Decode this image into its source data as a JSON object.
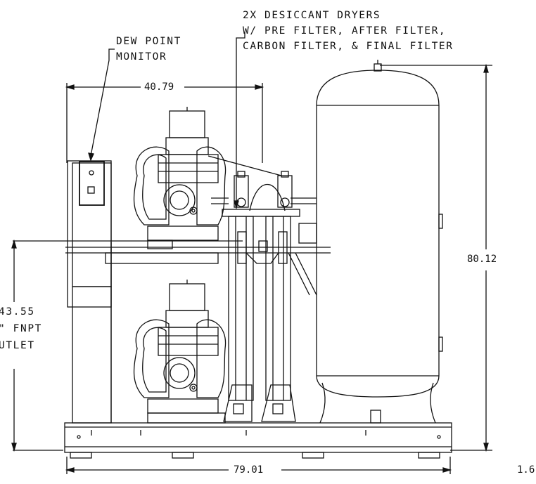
{
  "callouts": {
    "dew_point_line1": "DEW POINT",
    "dew_point_line2": "MONITOR",
    "dryers_line1": "2X DESICCANT DRYERS",
    "dryers_line2": "W/ PRE FILTER, AFTER FILTER,",
    "dryers_line3": "CARBON FILTER, & FINAL FILTER",
    "outlet_line1": "43.55",
    "outlet_line2": "\" FNPT",
    "outlet_line3": "UTLET"
  },
  "dimensions": {
    "top_width": "40.79",
    "tank_height": "80.12",
    "overall_width": "79.01",
    "cut_off_right": "1.6"
  },
  "colors": {
    "ink": "#111111",
    "paper": "#ffffff"
  }
}
